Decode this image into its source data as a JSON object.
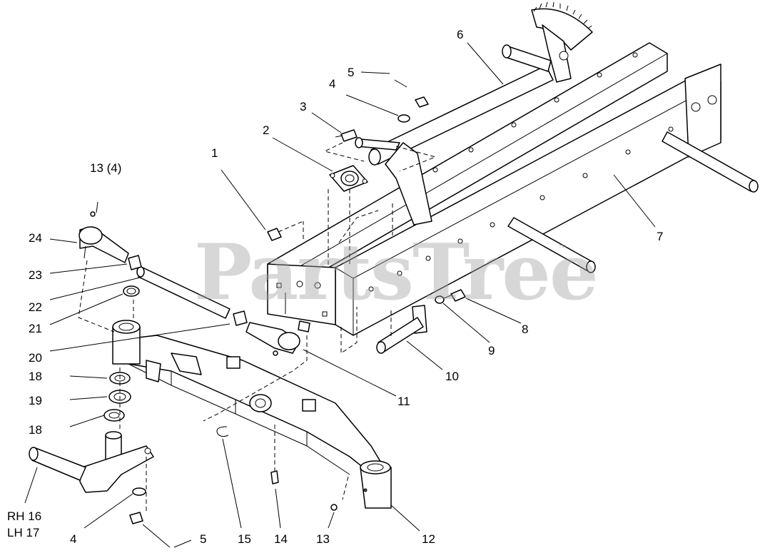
{
  "watermark": {
    "text": "PartsTree",
    "trademark": "™"
  },
  "callouts": [
    {
      "id": "c-1",
      "text": "1"
    },
    {
      "id": "c-2",
      "text": "2"
    },
    {
      "id": "c-3",
      "text": "3"
    },
    {
      "id": "c-4-top",
      "text": "4"
    },
    {
      "id": "c-5-top",
      "text": "5"
    },
    {
      "id": "c-6",
      "text": "6"
    },
    {
      "id": "c-7",
      "text": "7"
    },
    {
      "id": "c-8",
      "text": "8"
    },
    {
      "id": "c-9",
      "text": "9"
    },
    {
      "id": "c-10",
      "text": "10"
    },
    {
      "id": "c-11",
      "text": "11"
    },
    {
      "id": "c-12",
      "text": "12"
    },
    {
      "id": "c-13-bottom",
      "text": "13"
    },
    {
      "id": "c-13-top",
      "text": "13 (4)"
    },
    {
      "id": "c-14",
      "text": "14"
    },
    {
      "id": "c-15",
      "text": "15"
    },
    {
      "id": "c-rh16",
      "text": "RH 16"
    },
    {
      "id": "c-lh17",
      "text": "LH 17"
    },
    {
      "id": "c-18-upper",
      "text": "18"
    },
    {
      "id": "c-18-lower",
      "text": "18"
    },
    {
      "id": "c-19",
      "text": "19"
    },
    {
      "id": "c-20",
      "text": "20"
    },
    {
      "id": "c-21",
      "text": "21"
    },
    {
      "id": "c-22",
      "text": "22"
    },
    {
      "id": "c-23",
      "text": "23"
    },
    {
      "id": "c-24",
      "text": "24"
    },
    {
      "id": "c-4-bottom",
      "text": "4"
    },
    {
      "id": "c-5-bottom",
      "text": "5"
    }
  ]
}
